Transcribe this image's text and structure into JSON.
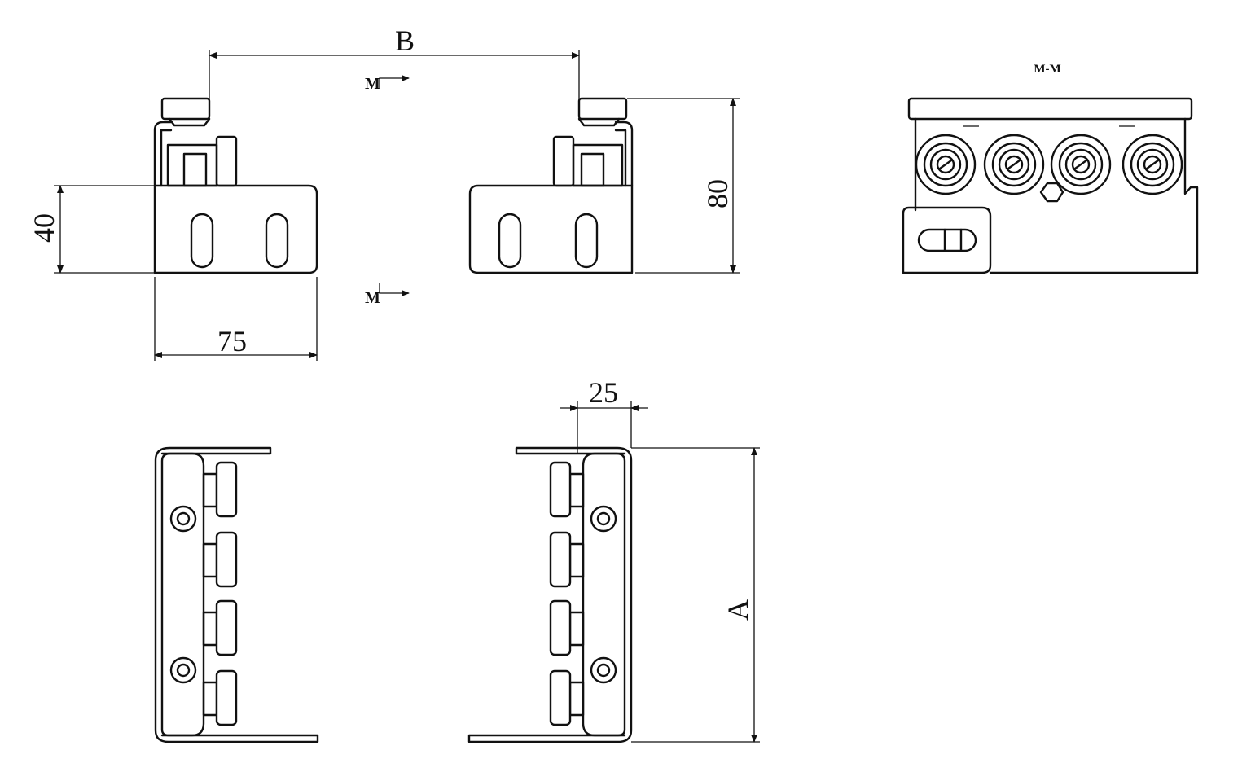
{
  "dimensions": {
    "b": "B",
    "height_80": "80",
    "height_40": "40",
    "width_75": "75",
    "width_25": "25",
    "length_a": "A"
  },
  "section": {
    "marker_top": "M",
    "marker_bottom": "M",
    "view_label": "M-M"
  }
}
